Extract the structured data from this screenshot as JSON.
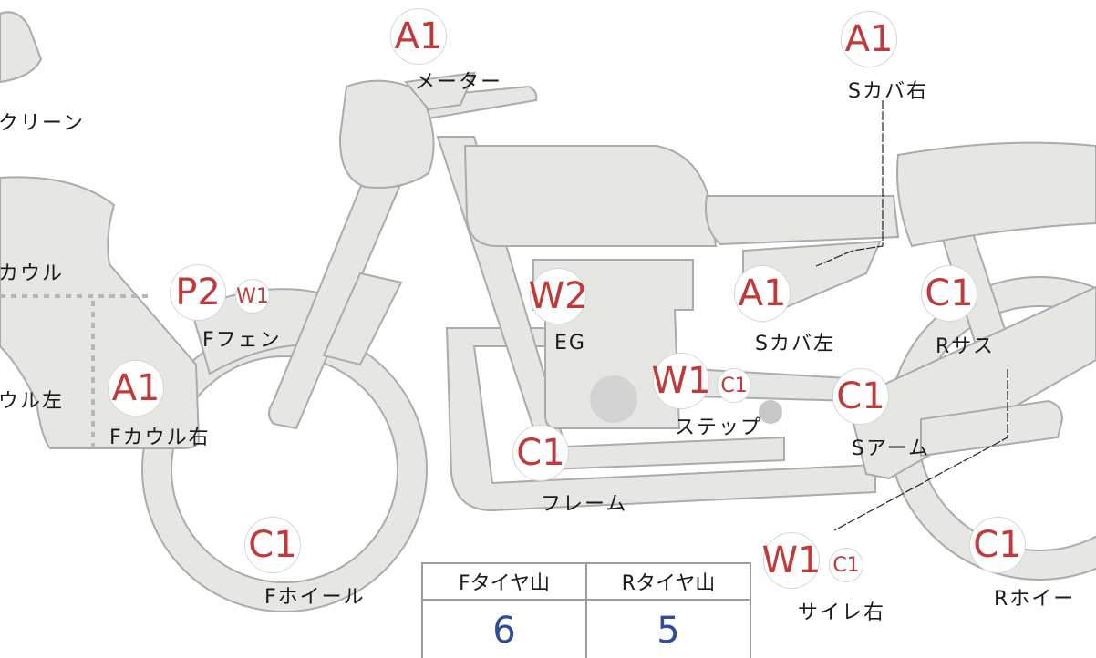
{
  "colors": {
    "badge_text": "#c0393b",
    "value_text": "#2f4b9a",
    "part_fill": "#e6e6e3"
  },
  "parts": [
    {
      "label": "クリーン"
    },
    {
      "label": "カウル"
    },
    {
      "label": "ウル左"
    },
    {
      "label": "メーター",
      "codes": [
        "A1"
      ]
    },
    {
      "label": "Sカバ右",
      "codes": [
        "A1"
      ]
    },
    {
      "label": "Fフェン",
      "codes": [
        "P2",
        "W1"
      ]
    },
    {
      "label": "Fカウル右",
      "codes": [
        "A1"
      ]
    },
    {
      "label": "EG",
      "codes": [
        "W2"
      ]
    },
    {
      "label": "Sカバ左",
      "codes": [
        "A1"
      ]
    },
    {
      "label": "Rサス",
      "codes": [
        "C1"
      ]
    },
    {
      "label": "ステップ",
      "codes": [
        "W1",
        "C1"
      ]
    },
    {
      "label": "Sアーム",
      "codes": [
        "C1"
      ]
    },
    {
      "label": "フレーム",
      "codes": [
        "C1"
      ]
    },
    {
      "label": "Fホイール",
      "codes": [
        "C1"
      ]
    },
    {
      "label": "サイレ右",
      "codes": [
        "W1",
        "C1"
      ]
    },
    {
      "label": "Rホイー",
      "codes": [
        "C1"
      ]
    }
  ],
  "tire_table": {
    "headers": [
      "Fタイヤ山",
      "Rタイヤ山"
    ],
    "values": [
      "6",
      "5"
    ]
  }
}
